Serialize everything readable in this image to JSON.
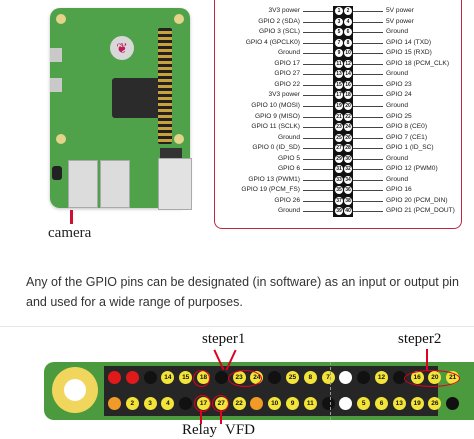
{
  "board": {
    "caption": "camera",
    "logo_icon": "raspberry-icon"
  },
  "pinout": {
    "rows": [
      {
        "left": "3V3 power",
        "pins": [
          "1",
          "2"
        ],
        "right": "5V power"
      },
      {
        "left": "GPIO 2 (SDA)",
        "pins": [
          "3",
          "4"
        ],
        "right": "5V power"
      },
      {
        "left": "GPIO 3 (SCL)",
        "pins": [
          "5",
          "6"
        ],
        "right": "Ground"
      },
      {
        "left": "GPIO 4 (GPCLK0)",
        "pins": [
          "7",
          "8"
        ],
        "right": "GPIO 14 (TXD)"
      },
      {
        "left": "Ground",
        "pins": [
          "9",
          "10"
        ],
        "right": "GPIO 15 (RXD)"
      },
      {
        "left": "GPIO 17",
        "pins": [
          "11",
          "12"
        ],
        "right": "GPIO 18 (PCM_CLK)"
      },
      {
        "left": "GPIO 27",
        "pins": [
          "13",
          "14"
        ],
        "right": "Ground"
      },
      {
        "left": "GPIO 22",
        "pins": [
          "15",
          "16"
        ],
        "right": "GPIO 23"
      },
      {
        "left": "3V3 power",
        "pins": [
          "17",
          "18"
        ],
        "right": "GPIO 24"
      },
      {
        "left": "GPIO 10 (MOSI)",
        "pins": [
          "19",
          "20"
        ],
        "right": "Ground"
      },
      {
        "left": "GPIO 9 (MISO)",
        "pins": [
          "21",
          "22"
        ],
        "right": "GPIO 25"
      },
      {
        "left": "GPIO 11 (SCLK)",
        "pins": [
          "23",
          "24"
        ],
        "right": "GPIO 8 (CE0)"
      },
      {
        "left": "Ground",
        "pins": [
          "25",
          "26"
        ],
        "right": "GPIO 7 (CE1)"
      },
      {
        "left": "GPIO 0 (ID_SD)",
        "pins": [
          "27",
          "28"
        ],
        "right": "GPIO 1 (ID_SC)"
      },
      {
        "left": "GPIO 5",
        "pins": [
          "29",
          "30"
        ],
        "right": "Ground"
      },
      {
        "left": "GPIO 6",
        "pins": [
          "31",
          "32"
        ],
        "right": "GPIO 12 (PWM0)"
      },
      {
        "left": "GPIO 13 (PWM1)",
        "pins": [
          "33",
          "34"
        ],
        "right": "Ground"
      },
      {
        "left": "GPIO 19 (PCM_FS)",
        "pins": [
          "35",
          "36"
        ],
        "right": "GPIO 16"
      },
      {
        "left": "GPIO 26",
        "pins": [
          "37",
          "38"
        ],
        "right": "GPIO 20 (PCM_DIN)"
      },
      {
        "left": "Ground",
        "pins": [
          "39",
          "40"
        ],
        "right": "GPIO 21 (PCM_DOUT)"
      }
    ]
  },
  "text": {
    "paragraph": "Any of the GPIO pins can be designated (in software) as an input or output pin and used for a wide range of purposes."
  },
  "diagram": {
    "label_steper1": "steper1",
    "label_steper2": "steper2",
    "label_relay": "Relay",
    "label_vfd": "VFD",
    "top_row": [
      {
        "t": "",
        "c": "#e0191b"
      },
      {
        "t": "",
        "c": "#e0191b"
      },
      {
        "t": "",
        "c": "#111111"
      },
      {
        "t": "14",
        "c": "#f3e43a"
      },
      {
        "t": "15",
        "c": "#f3e43a"
      },
      {
        "t": "18",
        "c": "#f3e43a"
      },
      {
        "t": "",
        "c": "#111111"
      },
      {
        "t": "23",
        "c": "#f3e43a"
      },
      {
        "t": "24",
        "c": "#f3e43a"
      },
      {
        "t": "",
        "c": "#111111"
      },
      {
        "t": "25",
        "c": "#f3e43a"
      },
      {
        "t": "8",
        "c": "#f3e43a"
      },
      {
        "t": "7",
        "c": "#f3e43a"
      },
      {
        "t": "",
        "c": "#ffffff"
      },
      {
        "t": "",
        "c": "#111111"
      },
      {
        "t": "12",
        "c": "#f3e43a"
      },
      {
        "t": "",
        "c": "#111111"
      },
      {
        "t": "16",
        "c": "#f3e43a"
      },
      {
        "t": "20",
        "c": "#f3e43a"
      },
      {
        "t": "21",
        "c": "#f3e43a"
      }
    ],
    "bottom_row": [
      {
        "t": "",
        "c": "#f29a28"
      },
      {
        "t": "2",
        "c": "#f3e43a"
      },
      {
        "t": "3",
        "c": "#f3e43a"
      },
      {
        "t": "4",
        "c": "#f3e43a"
      },
      {
        "t": "",
        "c": "#111111"
      },
      {
        "t": "17",
        "c": "#f3e43a"
      },
      {
        "t": "27",
        "c": "#f3e43a"
      },
      {
        "t": "22",
        "c": "#f3e43a"
      },
      {
        "t": "",
        "c": "#f29a28"
      },
      {
        "t": "10",
        "c": "#f3e43a"
      },
      {
        "t": "9",
        "c": "#f3e43a"
      },
      {
        "t": "11",
        "c": "#f3e43a"
      },
      {
        "t": "",
        "c": "#111111"
      },
      {
        "t": "",
        "c": "#ffffff"
      },
      {
        "t": "5",
        "c": "#f3e43a"
      },
      {
        "t": "6",
        "c": "#f3e43a"
      },
      {
        "t": "13",
        "c": "#f3e43a"
      },
      {
        "t": "19",
        "c": "#f3e43a"
      },
      {
        "t": "26",
        "c": "#f3e43a"
      },
      {
        "t": "",
        "c": "#111111"
      }
    ]
  }
}
